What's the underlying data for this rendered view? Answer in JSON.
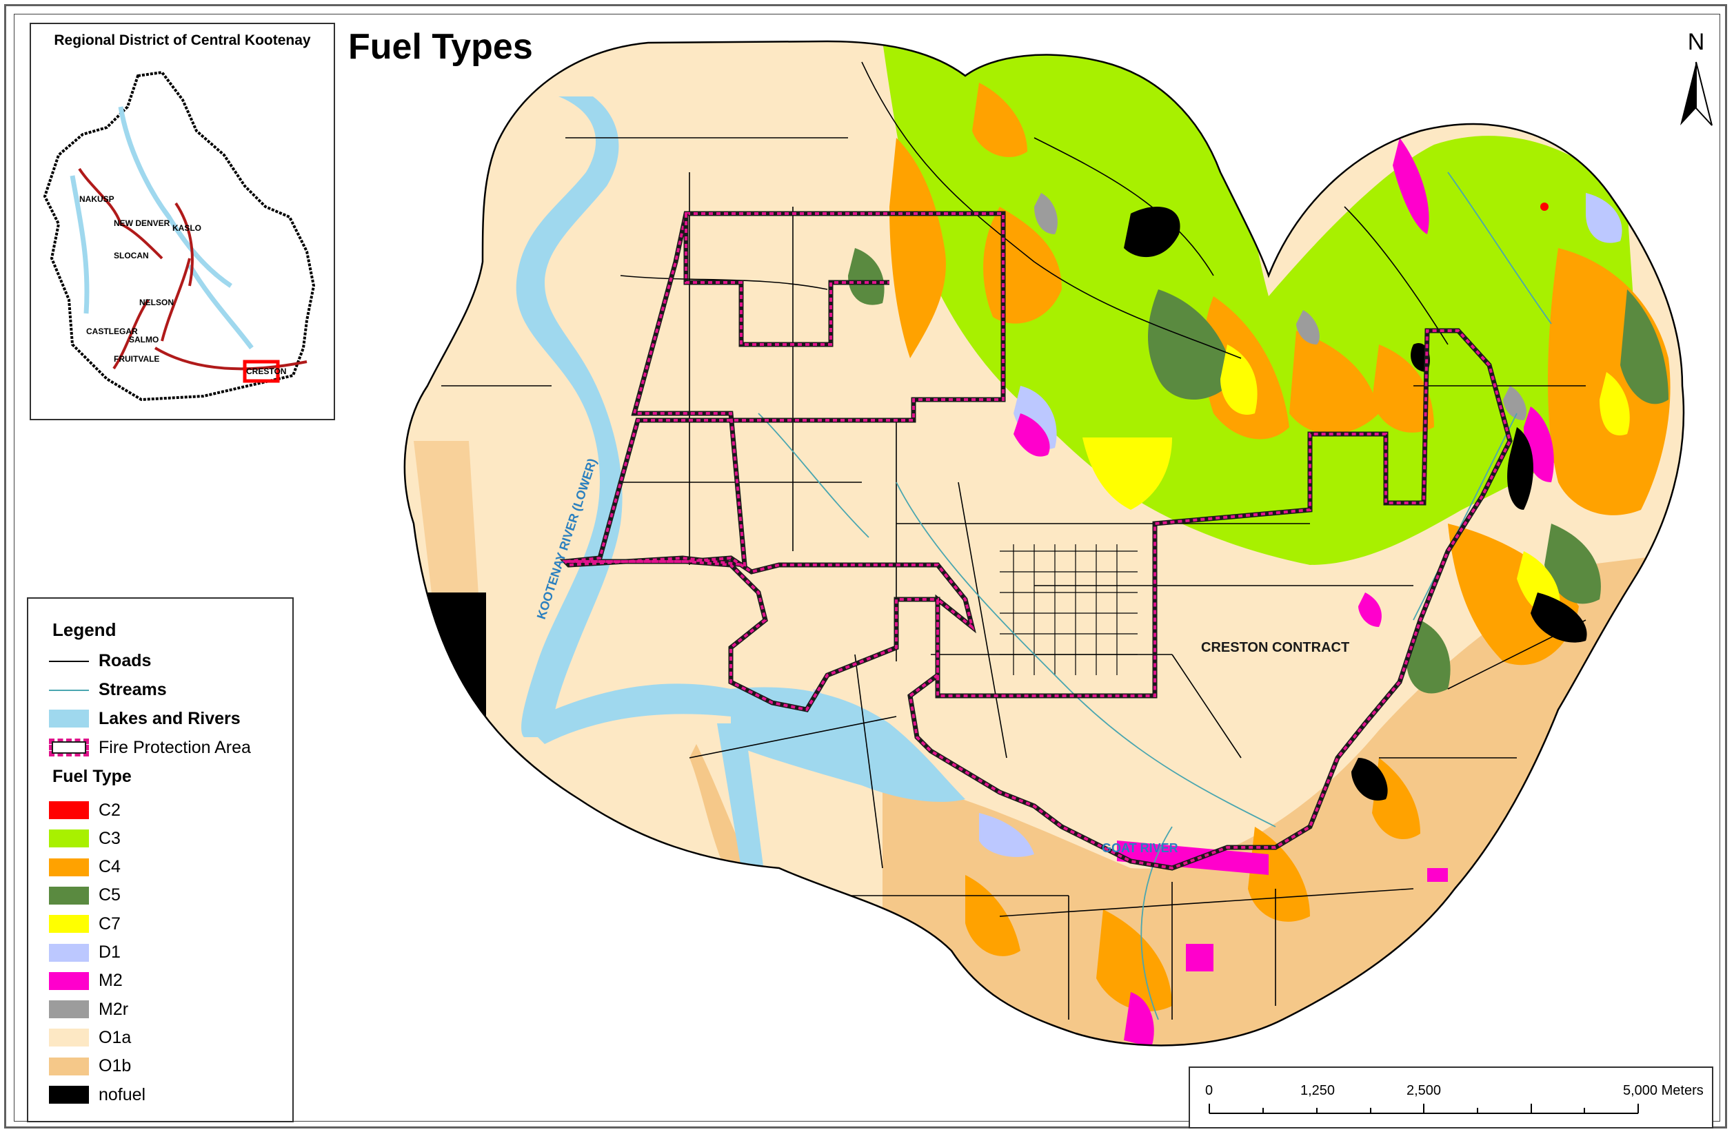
{
  "title": "Fuel Types",
  "inset": {
    "title": "Regional District of Central Kootenay",
    "places": [
      "NAKUSP",
      "NEW DENVER",
      "KASLO",
      "SLOCAN",
      "NELSON",
      "CASTLEGAR",
      "SALMO",
      "FRUITVALE",
      "CRESTON"
    ]
  },
  "north_label": "N",
  "map_labels": {
    "river_kootenay": "KOOTENAY RIVER (LOWER)",
    "river_goat": "GOAT RIVER",
    "creston_contract": "CRESTON CONTRACT"
  },
  "legend": {
    "title": "Legend",
    "items": [
      {
        "label": "Roads",
        "kind": "line",
        "color": "#000000"
      },
      {
        "label": "Streams",
        "kind": "line",
        "color": "#4aa6b0"
      },
      {
        "label": "Lakes and Rivers",
        "kind": "fill",
        "color": "#9fd8ee"
      },
      {
        "label": "Fire Protection Area",
        "kind": "boundary",
        "color": "#e0138c"
      }
    ],
    "fuel_title": "Fuel Type",
    "fuel_types": [
      {
        "label": "C2",
        "color": "#ff0000"
      },
      {
        "label": "C3",
        "color": "#a8f000"
      },
      {
        "label": "C4",
        "color": "#ffa200"
      },
      {
        "label": "C5",
        "color": "#5a8a40"
      },
      {
        "label": "C7",
        "color": "#ffff00"
      },
      {
        "label": "D1",
        "color": "#bcc8ff"
      },
      {
        "label": "M2",
        "color": "#ff00cc"
      },
      {
        "label": "M2r",
        "color": "#9c9c9c"
      },
      {
        "label": "O1a",
        "color": "#fde8c4"
      },
      {
        "label": "O1b",
        "color": "#f5c889"
      },
      {
        "label": "nofuel",
        "color": "#000000"
      }
    ]
  },
  "scale_bar": {
    "labels": [
      "0",
      "1,250",
      "2,500",
      "5,000 Meters"
    ]
  }
}
